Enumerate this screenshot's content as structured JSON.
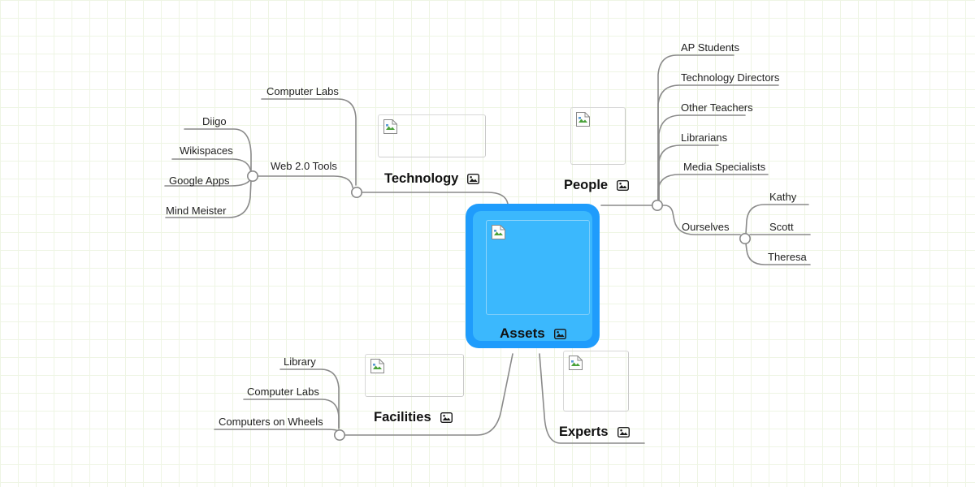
{
  "app": {
    "type": "mind-map",
    "background": "#ffffff",
    "grid_color": "#eef5e4",
    "line_color": "#8a8a8a"
  },
  "central": {
    "label": "Assets",
    "icon": "image-icon",
    "image_placeholder": "broken-image-icon",
    "fill_color": "#3bb8fd",
    "border_color": "#1f9cfc"
  },
  "branches": [
    {
      "id": "technology",
      "label": "Technology",
      "icon": "image-icon",
      "image_placeholder": "broken-image-icon",
      "children": [
        {
          "label": "Computer Labs"
        },
        {
          "label": "Web 2.0 Tools",
          "children": [
            {
              "label": "Diigo"
            },
            {
              "label": "Wikispaces"
            },
            {
              "label": "Google Apps"
            },
            {
              "label": "Mind Meister"
            }
          ]
        }
      ]
    },
    {
      "id": "people",
      "label": "People",
      "icon": "image-icon",
      "image_placeholder": "broken-image-icon",
      "children": [
        {
          "label": "AP Students"
        },
        {
          "label": "Technology Directors"
        },
        {
          "label": "Other Teachers"
        },
        {
          "label": "Librarians"
        },
        {
          "label": "Media Specialists"
        },
        {
          "label": "Ourselves",
          "children": [
            {
              "label": "Kathy"
            },
            {
              "label": "Scott"
            },
            {
              "label": "Theresa"
            }
          ]
        }
      ]
    },
    {
      "id": "facilities",
      "label": "Facilities",
      "icon": "image-icon",
      "image_placeholder": "broken-image-icon",
      "children": [
        {
          "label": "Library"
        },
        {
          "label": "Computer Labs"
        },
        {
          "label": "Computers on Wheels"
        }
      ]
    },
    {
      "id": "experts",
      "label": "Experts",
      "icon": "image-icon",
      "image_placeholder": "broken-image-icon",
      "children": []
    }
  ],
  "leaves": {
    "computer_labs_top": "Computer Labs",
    "web20": "Web 2.0 Tools",
    "diigo": "Diigo",
    "wikispaces": "Wikispaces",
    "google_apps": "Google Apps",
    "mind_meister": "Mind Meister",
    "ap_students": "AP Students",
    "technology_directors": "Technology Directors",
    "other_teachers": "Other Teachers",
    "librarians": "Librarians",
    "media_specialists": "Media Specialists",
    "ourselves": "Ourselves",
    "kathy": "Kathy",
    "scott": "Scott",
    "theresa": "Theresa",
    "library": "Library",
    "computer_labs_bottom": "Computer Labs",
    "computers_on_wheels": "Computers on Wheels"
  },
  "node_labels": {
    "technology": "Technology",
    "people": "People",
    "facilities": "Facilities",
    "experts": "Experts",
    "assets": "Assets"
  }
}
